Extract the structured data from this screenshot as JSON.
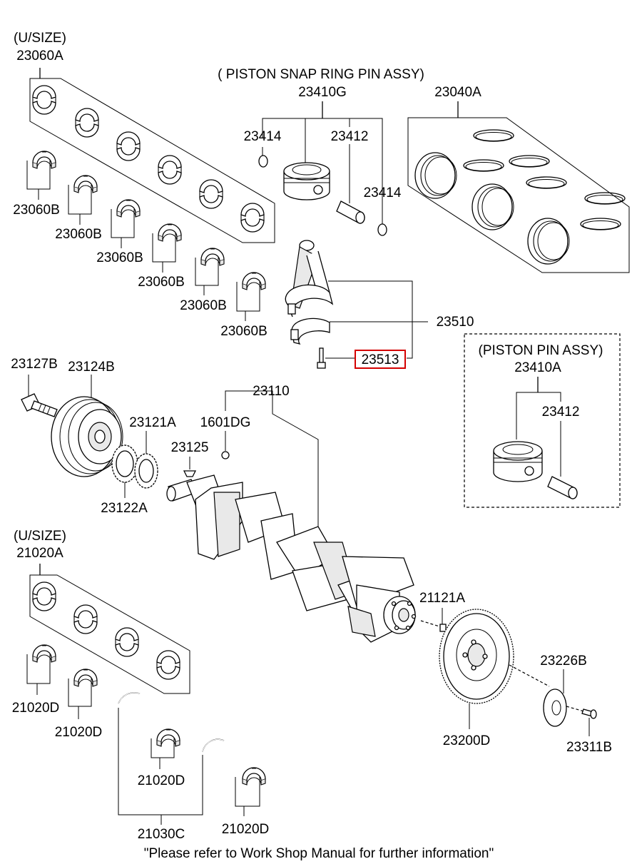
{
  "callouts": {
    "usize_a": "(U/SIZE)",
    "p23060A": "23060A",
    "p23060B": "23060B",
    "piston_assy_title": "( PISTON  SNAP RING  PIN ASSY)",
    "p23410G": "23410G",
    "p23414": "23414",
    "p23412": "23412",
    "p23040A": "23040A",
    "p23510": "23510",
    "p23513": "23513",
    "piston_pin_title": "(PISTON  PIN ASSY)",
    "p23410A": "23410A",
    "p23127B": "23127B",
    "p23124B": "23124B",
    "p23110": "23110",
    "p23121A": "23121A",
    "p1601DG": "1601DG",
    "p23125": "23125",
    "p23122A": "23122A",
    "usize_b": "(U/SIZE)",
    "p21020A": "21020A",
    "p21121A": "21121A",
    "p23226B": "23226B",
    "p21020D": "21020D",
    "p23200D": "23200D",
    "p23311B": "23311B",
    "p21030C": "21030C"
  },
  "footer": "\"Please refer to Work Shop Manual for further information\"",
  "highlight_color": "#d40000"
}
